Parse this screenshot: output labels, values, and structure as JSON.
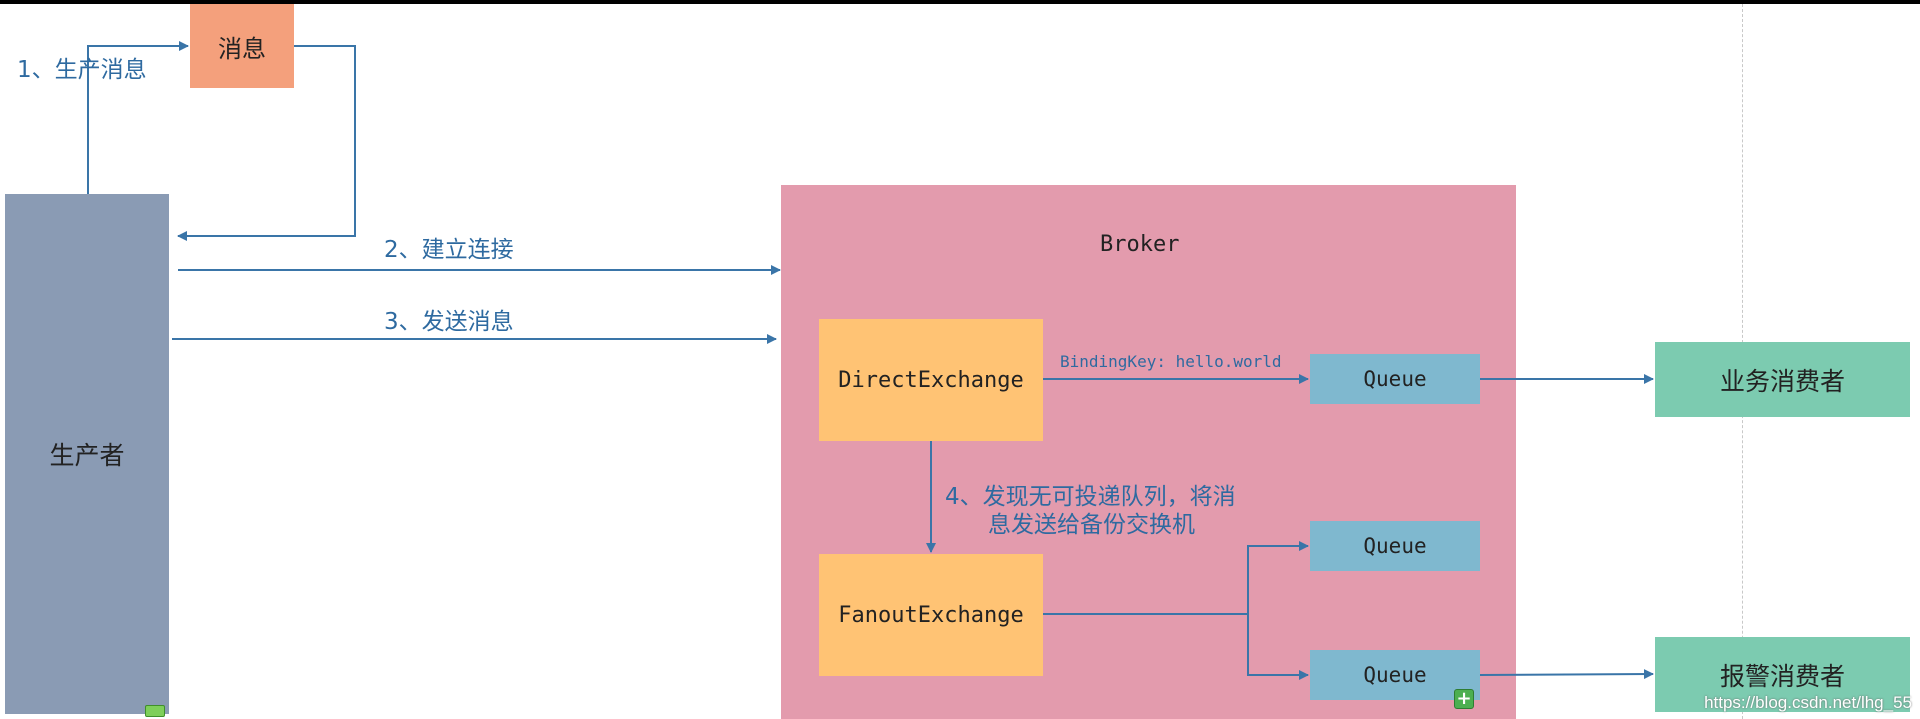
{
  "nodes": {
    "message": "消息",
    "producer": "生产者",
    "broker": "Broker",
    "direct_exchange": "DirectExchange",
    "fanout_exchange": "FanoutExchange",
    "queue_business": "Queue",
    "queue_backup_1": "Queue",
    "queue_backup_2": "Queue",
    "business_consumer": "业务消费者",
    "alarm_consumer": "报警消费者"
  },
  "edges": {
    "step1": "1、生产消息",
    "step2": "2、建立连接",
    "step3": "3、发送消息",
    "step4_line1": "4、发现无可投递队列，将消",
    "step4_line2": "息发送给备份交换机",
    "binding_key": "BindingKey: hello.world"
  },
  "watermark": "https://blog.csdn.net/lhg_55",
  "colors": {
    "message": "#f4a07c",
    "producer": "#8a9bb4",
    "broker": "#e39bad",
    "exchange": "#ffc374",
    "queue": "#7fb8cf",
    "consumer": "#7ccbb0",
    "arrow": "#3a75a8",
    "label": "#2e6aa0"
  }
}
